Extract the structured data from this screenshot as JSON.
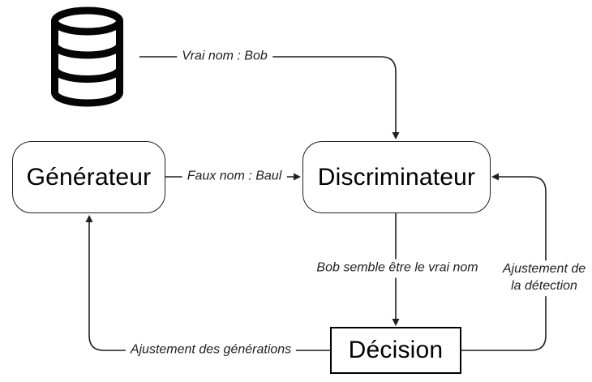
{
  "diagram": {
    "nodes": {
      "database": {
        "icon": "database-icon"
      },
      "generator": {
        "label": "Générateur"
      },
      "discriminator": {
        "label": "Discriminateur"
      },
      "decision": {
        "label": "Décision"
      }
    },
    "edges": {
      "real_name": {
        "label": "Vrai nom : Bob",
        "from": "database",
        "to": "discriminator"
      },
      "fake_name": {
        "label": "Faux nom : Baul",
        "from": "generator",
        "to": "discriminator"
      },
      "verdict": {
        "label": "Bob semble être le vrai nom",
        "from": "discriminator",
        "to": "decision"
      },
      "detection_adjustment": {
        "label_line1": "Ajustement de",
        "label_line2": "la détection",
        "from": "decision",
        "to": "discriminator"
      },
      "generation_adjustment": {
        "label": "Ajustement des générations",
        "from": "decision",
        "to": "generator"
      }
    },
    "colors": {
      "background": "#ffffff",
      "line": "#1f1f1f",
      "icon": "#050505",
      "text": "#000000"
    }
  }
}
